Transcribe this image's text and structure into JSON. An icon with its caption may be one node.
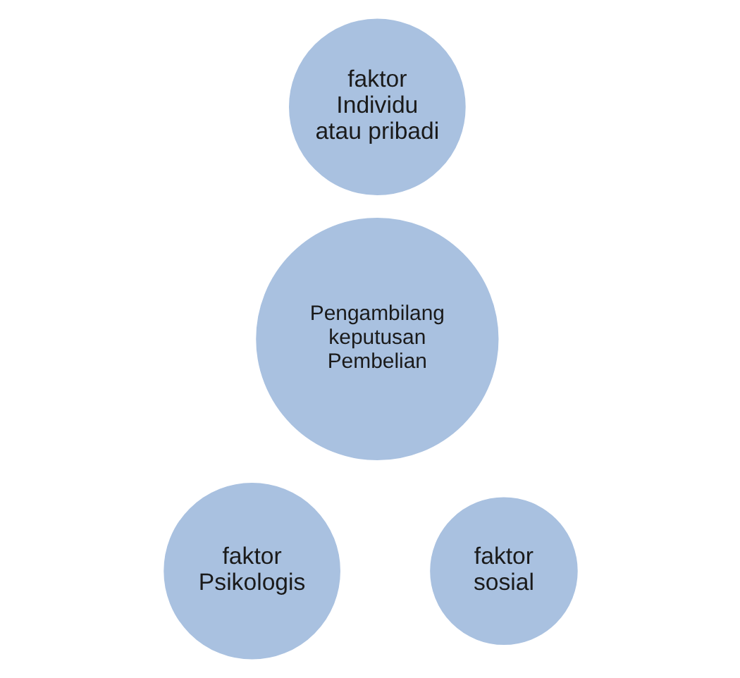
{
  "diagram": {
    "nodes": [
      {
        "text": [
          "faktor Individu atau pribadi"
        ]
      },
      {
        "text": [
          "Pengambilang keputusan Pembelian"
        ]
      },
      {
        "text": [
          "faktor Psikologis"
        ]
      },
      {
        "text": [
          "faktor sosial"
        ]
      }
    ]
  }
}
